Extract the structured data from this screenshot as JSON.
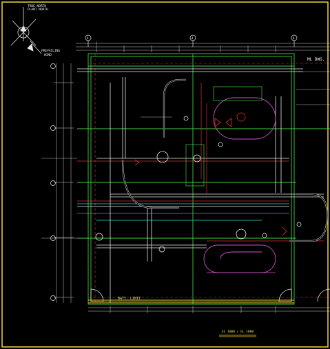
{
  "north_arrow": {
    "true_north": "TRUE NORTH",
    "plant_north": "PLANT NORTH",
    "prevailing_wind": "PREVAILING",
    "wind": "WIND"
  },
  "grid_bubbles": [
    "6",
    "4",
    "6"
  ],
  "match_line": "ML DWG.",
  "battery_limit": "BATT. LIMIT",
  "scale_note": "EL 1000 / EL 1000",
  "colors": {
    "background": "#000000",
    "frame_yellow": "#e6c830",
    "grid_green": "#3fcf3f",
    "pipe_white": "#e8e8e8",
    "pipe_red": "#e03030",
    "pipe_magenta": "#d050d0",
    "pipe_cyan": "#40d0e0",
    "dim_white": "#cfcfcf"
  }
}
